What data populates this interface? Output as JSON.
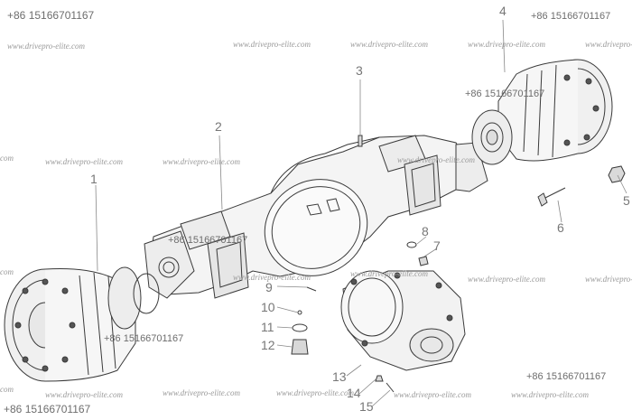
{
  "part_numbers": [
    "1",
    "2",
    "3",
    "4",
    "5",
    "6",
    "7",
    "8",
    "9",
    "10",
    "11",
    "12",
    "13",
    "14",
    "15"
  ],
  "phone": "+86 15166701167",
  "website": "www.drivepro-elite.com",
  "website_clipped": "com"
}
